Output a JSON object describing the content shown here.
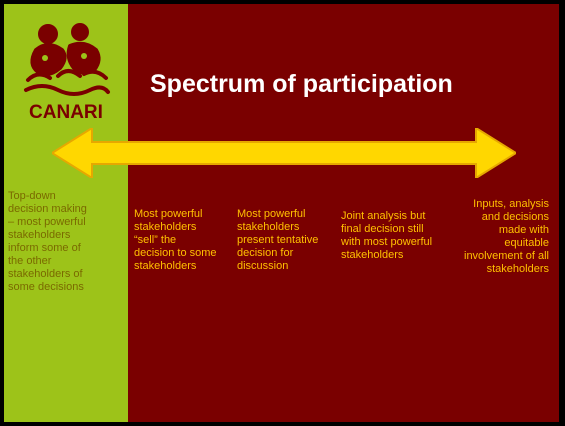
{
  "slide": {
    "logo_text": "CANARI",
    "title": "Spectrum of participation",
    "columns": [
      "Top-down decision making – most powerful stakeholders inform some of the other stakeholders of some decisions",
      "Most powerful stakeholders “sell” the decision to some stakeholders",
      "Most powerful stakeholders present tentative decision for discussion",
      "Joint analysis but final decision still with most powerful stakeholders",
      "Inputs, analysis and decisions made with equitable involvement of all stakeholders"
    ]
  },
  "colors": {
    "background": "#7a0000",
    "left_band": "#9dc319",
    "accent_text": "#ffc000",
    "arrow": "#ffd700",
    "logo": "#7a0000"
  },
  "icons": {
    "logo": "canari-logo-figures",
    "arrow": "double-headed-arrow"
  }
}
